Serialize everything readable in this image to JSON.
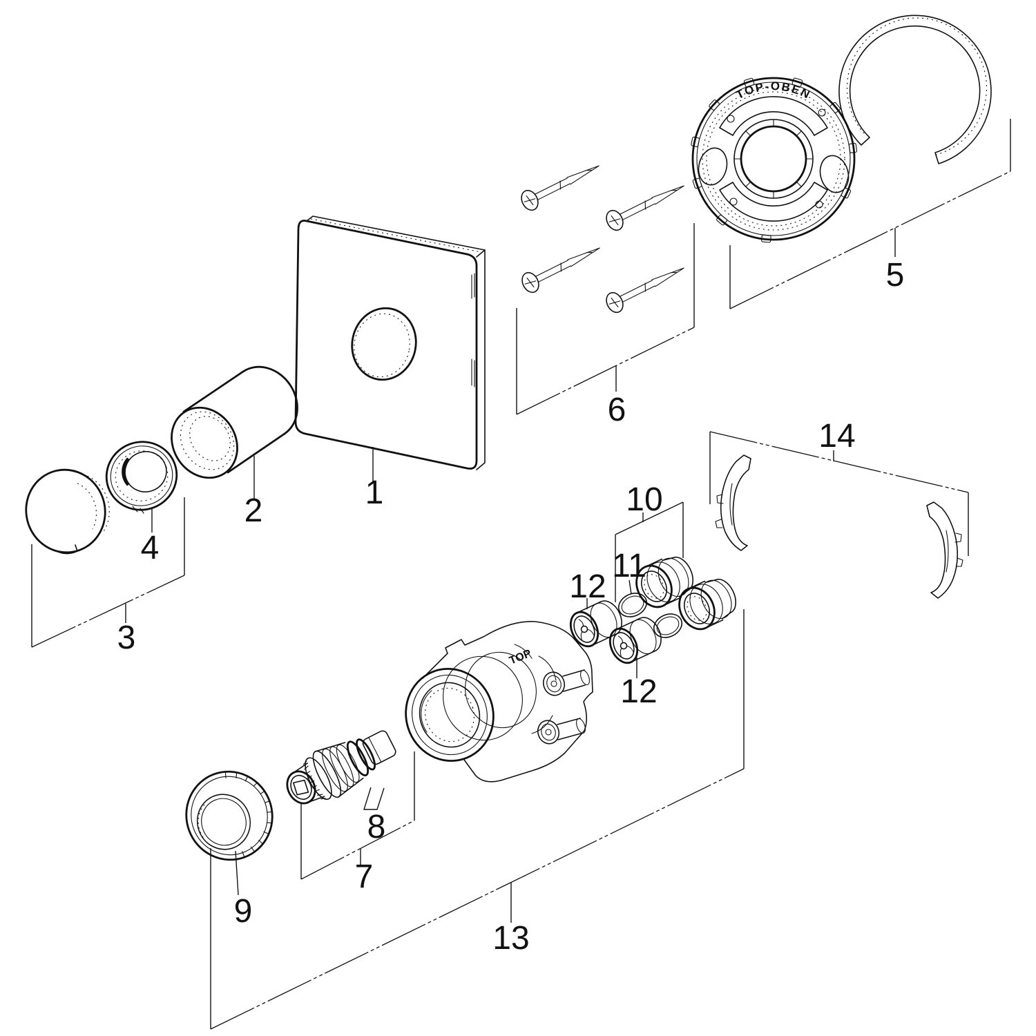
{
  "figure": {
    "background": "#ffffff",
    "line_color": "#111111"
  },
  "markings": {
    "mounting_plate_text": "TOP-OBEN",
    "valve_body_text": "TOP"
  },
  "labels": [
    {
      "text": "1"
    },
    {
      "text": "2"
    },
    {
      "text": "3"
    },
    {
      "text": "4"
    },
    {
      "text": "5"
    },
    {
      "text": "6"
    },
    {
      "text": "7"
    },
    {
      "text": "8"
    },
    {
      "text": "9"
    },
    {
      "text": "10"
    },
    {
      "text": "11"
    },
    {
      "text": "12"
    },
    {
      "text": "12"
    },
    {
      "text": "13"
    },
    {
      "text": "14"
    }
  ]
}
